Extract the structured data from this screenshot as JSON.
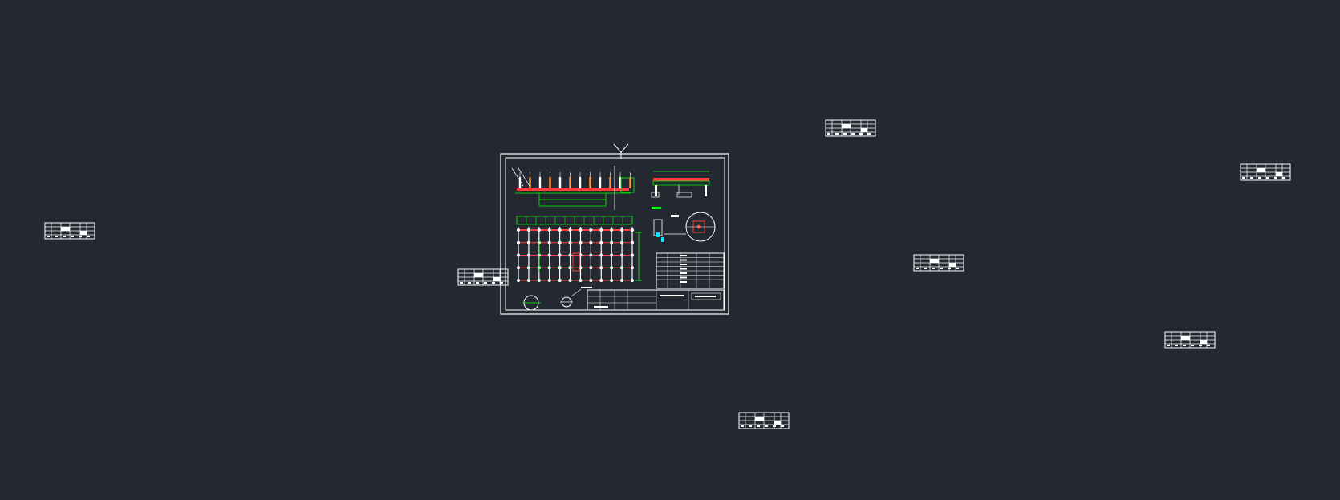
{
  "viewport": {
    "background": "#232831",
    "line_color": "#ffffff",
    "dimension_color": "#00ff00",
    "member_color": "#ff3b3b",
    "column_color": "#ffffff",
    "accent_color": "#ff9a3c",
    "detail_fill": "#00e5ff"
  },
  "drawing_sheet": {
    "plan_grid": {
      "columns": 12,
      "rows": 5
    },
    "elevation_posts": 12,
    "detail_count": 4
  },
  "loose_title_blocks": {
    "count": 7
  }
}
